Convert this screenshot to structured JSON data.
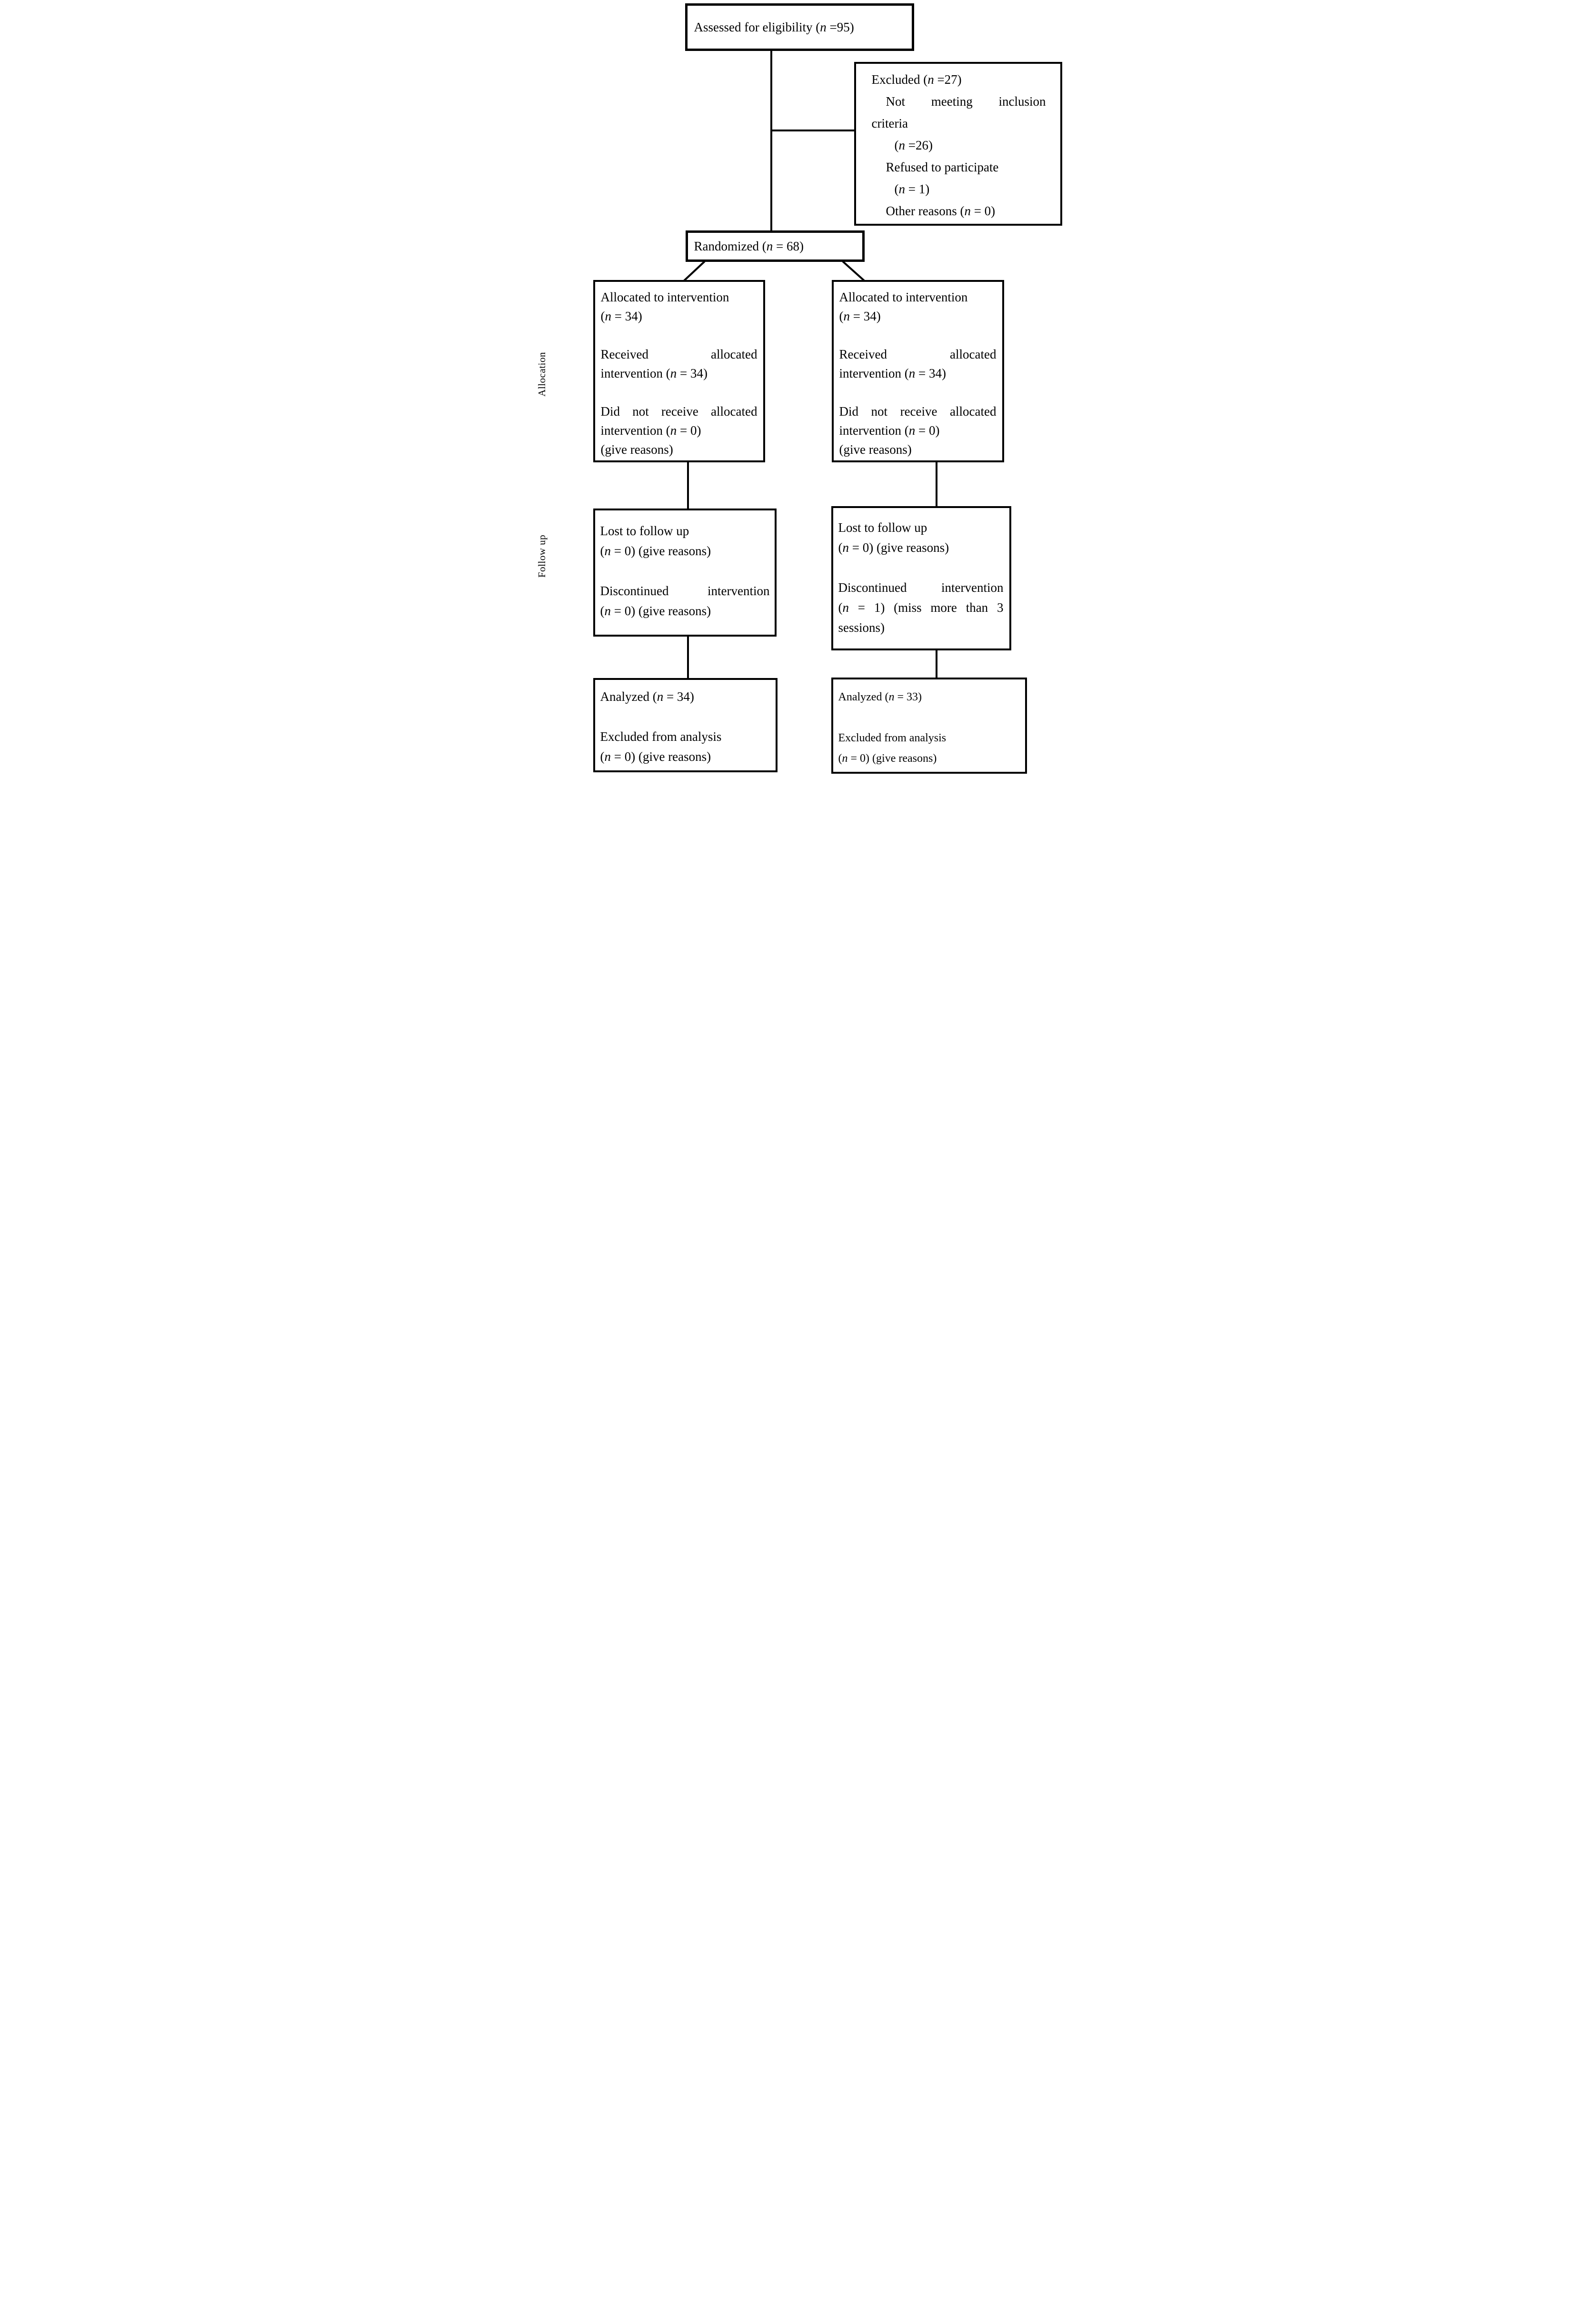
{
  "boxes": {
    "assessed": {
      "text": "Assessed for eligibility (n =95)"
    },
    "excluded": {
      "lines": [
        "Excluded (n =27)",
        "Not meeting inclusion",
        "criteria",
        "(n =26)",
        "Refused to participate",
        "(n = 1)",
        "Other reasons (n = 0)"
      ]
    },
    "randomized": {
      "text": "Randomized (n = 68)"
    },
    "allocated_left": {
      "lines": [
        "Allocated to intervention",
        "(n = 34)",
        "",
        "Received allocated",
        "intervention (n = 34)",
        "",
        "Did not receive allocated",
        "intervention (n = 0)",
        "(give reasons)"
      ]
    },
    "allocated_right": {
      "lines": [
        "Allocated to intervention",
        "(n = 34)",
        "",
        "Received allocated",
        "intervention (n = 34)",
        "",
        "Did not receive allocated",
        "intervention (n = 0)",
        "(give reasons)"
      ]
    },
    "followup_left": {
      "lines": [
        "Lost to follow up",
        "(n = 0) (give reasons)",
        "",
        "Discontinued intervention",
        "(n = 0) (give reasons)"
      ]
    },
    "followup_right": {
      "lines": [
        "Lost to follow up",
        "(n = 0) (give reasons)",
        "",
        "Discontinued intervention",
        "(n = 1) (miss more than 3",
        "sessions)"
      ]
    },
    "analyzed_left": {
      "lines": [
        "Analyzed (n = 34)",
        "",
        "Excluded from analysis",
        "(n = 0) (give reasons)"
      ]
    },
    "analyzed_right": {
      "lines": [
        "Analyzed (n = 33)",
        "",
        "Excluded from analysis",
        "(n = 0) (give reasons)"
      ]
    }
  },
  "side_labels": {
    "allocation": "Allocation",
    "follow_up": "Follow up"
  },
  "colors": {
    "ink": "#000000",
    "background": "#ffffff"
  }
}
